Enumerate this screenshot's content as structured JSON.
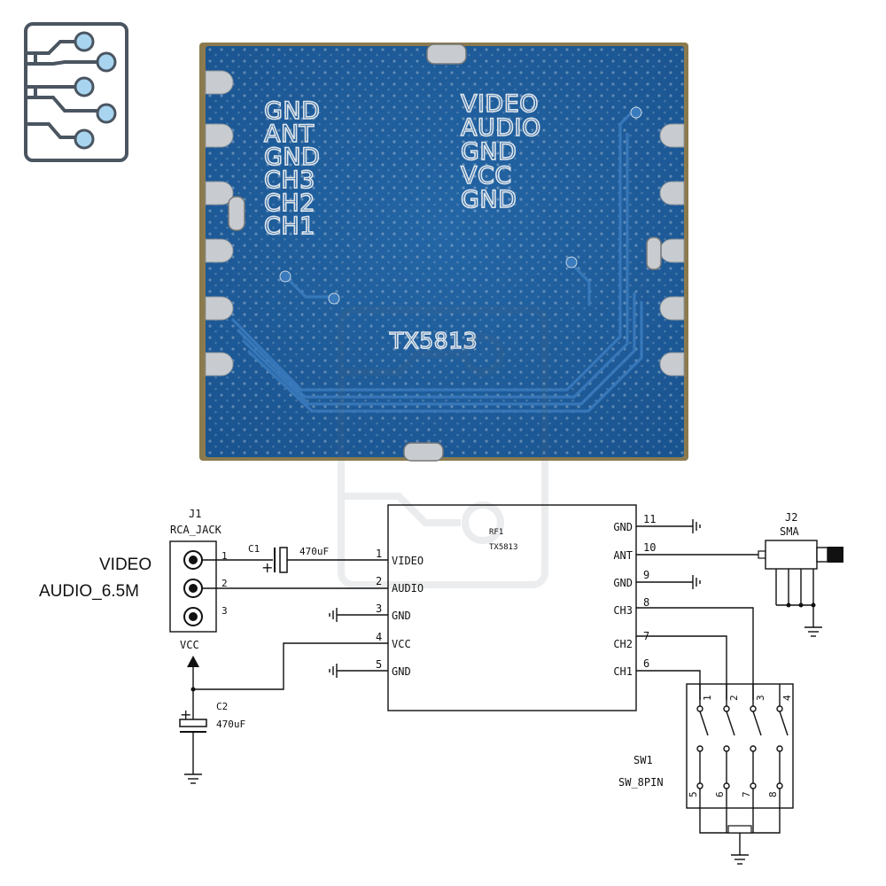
{
  "logo": {
    "icon": "circuit-board-icon",
    "color": "#4a5560",
    "accent": "#a8d4f0"
  },
  "pcb": {
    "board_color": "#1e5d99",
    "pads_color": "#c8ccd0",
    "left_labels": [
      "GND",
      "ANT",
      "GND",
      "CH3",
      "CH2",
      "CH1"
    ],
    "right_labels": [
      "VIDEO",
      "AUDIO",
      "GND",
      "VCC",
      "GND"
    ],
    "chip_label": "TX5813"
  },
  "schematic": {
    "j1": {
      "ref": "J1",
      "value": "RCA_JACK",
      "pins": [
        "1",
        "2",
        "3"
      ],
      "below": "VCC"
    },
    "left_signals": [
      "VIDEO",
      "AUDIO_6.5M"
    ],
    "c1": {
      "ref": "C1",
      "value": "470uF"
    },
    "c2": {
      "ref": "C2",
      "value": "470uF"
    },
    "ic": {
      "ref": "RF1",
      "part": "TX5813",
      "left_pins": [
        {
          "num": "1",
          "name": "VIDEO"
        },
        {
          "num": "2",
          "name": "AUDIO"
        },
        {
          "num": "3",
          "name": "GND"
        },
        {
          "num": "4",
          "name": "VCC"
        },
        {
          "num": "5",
          "name": "GND"
        }
      ],
      "right_pins": [
        {
          "num": "11",
          "name": "GND"
        },
        {
          "num": "10",
          "name": "ANT"
        },
        {
          "num": "9",
          "name": "GND"
        },
        {
          "num": "8",
          "name": "CH3"
        },
        {
          "num": "7",
          "name": "CH2"
        },
        {
          "num": "6",
          "name": "CH1"
        }
      ]
    },
    "j2": {
      "ref": "J2",
      "value": "SMA"
    },
    "sw1": {
      "ref": "SW1",
      "value": "SW_8PIN",
      "top_pins": [
        "1",
        "2",
        "3",
        "4"
      ],
      "bottom_pins": [
        "5",
        "6",
        "7",
        "8"
      ]
    }
  }
}
